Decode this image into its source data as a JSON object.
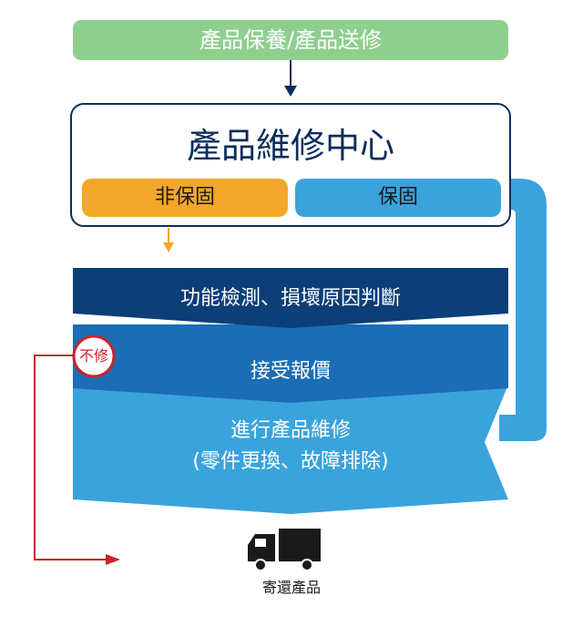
{
  "top_banner": {
    "label": "產品保養/產品送修"
  },
  "center": {
    "title": "產品維修中心",
    "non_warranty_label": "非保固",
    "warranty_label": "保固"
  },
  "steps": [
    {
      "label": "功能檢測、損壞原因判斷"
    },
    {
      "label": "接受報價"
    },
    {
      "line1": "進行產品維修",
      "line2": "(零件更換、故障排除)"
    }
  ],
  "no_repair": {
    "label": "不修"
  },
  "return": {
    "label": "寄還產品",
    "icon": "truck-icon"
  },
  "colors": {
    "banner_green": "#8fcf8e",
    "frame_navy": "#0b2d5c",
    "orange": "#f2a72a",
    "light_blue": "#3aa3dc",
    "step1": "#0c3e77",
    "step2": "#1b6db6",
    "step3": "#3aa3dc",
    "red": "#c8242b",
    "truck": "#1a1a1a"
  }
}
